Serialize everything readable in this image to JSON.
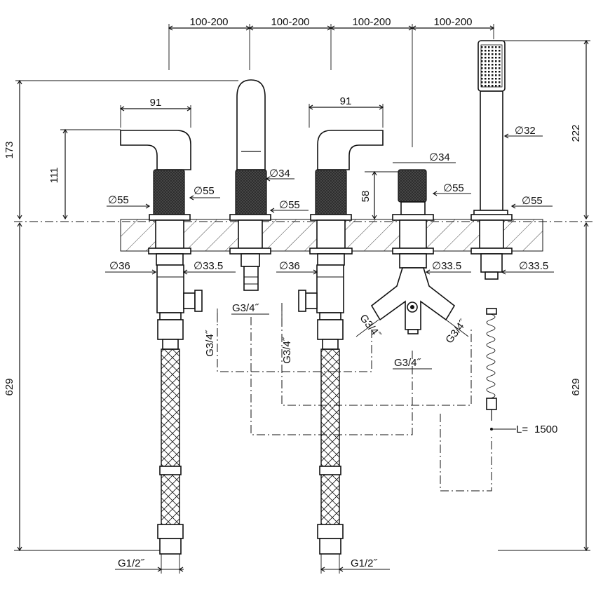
{
  "labels": {
    "spacing_1": "100-200",
    "spacing_2": "100-200",
    "spacing_3": "100-200",
    "spacing_4": "100-200",
    "height_total": "173",
    "height_lever": "111",
    "height_hand_shower": "222",
    "height_diverter": "58",
    "width_lever_left": "91",
    "width_lever_right": "91",
    "dia_55_a": "∅55",
    "dia_55_b": "∅55",
    "dia_55_c": "∅55",
    "dia_55_d": "∅55",
    "dia_55_e": "∅55",
    "dia_34_spout": "∅34",
    "dia_34_diverter": "∅34",
    "dia_32": "∅32",
    "dia_36_a": "∅36",
    "dia_36_b": "∅36",
    "dia_335_a": "∅33.5",
    "dia_335_b": "∅33.5",
    "dia_335_c": "∅33.5",
    "thread_g34_spout": "G3/4˝",
    "thread_g34_left": "G3/4˝",
    "thread_g34_mid": "G3/4˝",
    "thread_g34_div_l": "G3/4˝",
    "thread_g34_div_r": "G3/4˝",
    "thread_g34_div_b": "G3/4˝",
    "thread_g12_left": "G1/2˝",
    "thread_g12_right": "G1/2˝",
    "depth_left": "629",
    "depth_right": "629",
    "hose_length_prefix": "L=",
    "hose_length": "1500"
  },
  "colors": {
    "line": "#111111",
    "knurl": "#2a2a2a",
    "background": "#ffffff"
  }
}
